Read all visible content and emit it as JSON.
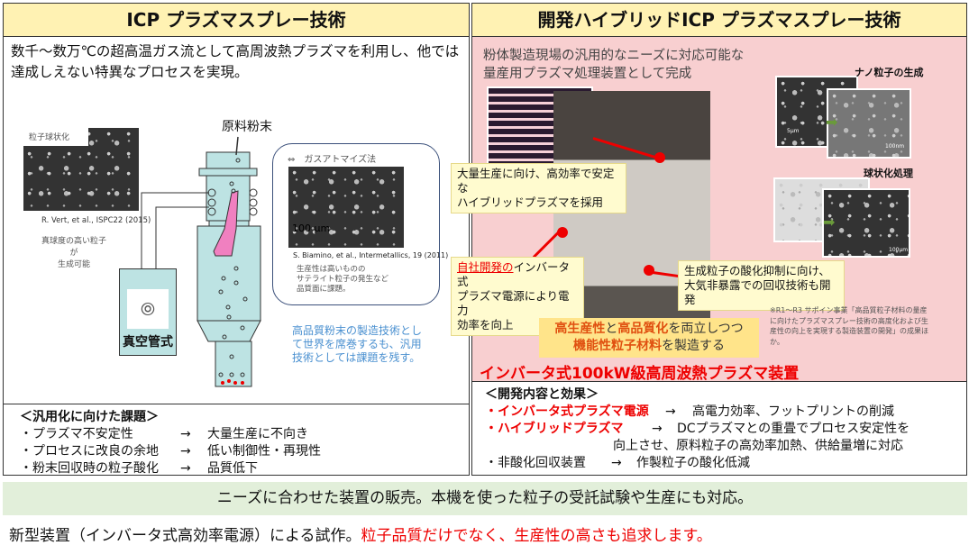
{
  "left": {
    "title": "ICP プラズマスプレー技術",
    "intro": "数千〜数万℃の超高温ガス流として高周波熱プラズマを利用し、他では達成しえない特異なプロセスを実現。",
    "sphere_label": "粒子球状化",
    "sphere_citation": "R. Vert, et al., ISPC22 (2015)",
    "sphere_note_1": "真球度の高い粒子が",
    "sphere_note_2": "生成可能",
    "feed_label": "原料粉末",
    "power_label": "真空管式",
    "power_icon": "ac-source-icon",
    "gas_title": "⇔　ガスアトマイズ法",
    "gas_scale": "100 μm",
    "gas_citation": "S. Biamino, et al., Intermetallics, 19 (2011)",
    "gas_note": [
      "生産性は高いものの",
      "サテライト粒子の発生など",
      "品質面に課題。"
    ],
    "blue_note": [
      "高品質粉末の製造技術とし",
      "て世界を席巻するも、汎用",
      "技術としては課題を残す。"
    ],
    "issues_title": "＜汎用化に向けた課題＞",
    "issues": [
      {
        "problem": "・プラズマ不安定性",
        "arrow": "→",
        "result": "大量生産に不向き"
      },
      {
        "problem": "・プロセスに改良の余地",
        "arrow": "→",
        "result": "低い制御性・再現性"
      },
      {
        "problem": "・粉末回収時の粒子酸化",
        "arrow": "→",
        "result": "品質低下"
      }
    ]
  },
  "right": {
    "title": "開発ハイブリッドICP プラズマスプレー技術",
    "intro": [
      "粉体製造現場の汎用的なニーズに対応可能な",
      "量産用プラズマ処理装置として完成"
    ],
    "nano_label": "ナノ粒子の生成",
    "nano_scale_1": "5μm",
    "nano_scale_2": "100nm",
    "sphere_label": "球状化処理",
    "sphere_scale": "100μm",
    "callout_1": [
      "大量生産に向け、高効率で安定な",
      "ハイブリッドプラズマを採用"
    ],
    "callout_2_red": "自社開発の",
    "callout_2": [
      "インバータ式",
      "プラズマ電源により電力",
      "効率を向上"
    ],
    "callout_3": [
      "生成粒子の酸化抑制に向け、",
      "大気非暴露での回収技術も開発"
    ],
    "highlight": {
      "a": "高生産性",
      "b": "と",
      "c": "高品質化",
      "d": "を両立しつつ",
      "e": "機能性粒子材料",
      "f": "を製造する"
    },
    "footnote": "※R1〜R3 サポイン事業「高品質粒子材料の量産に向けたプラズマスプレー技術の高度化および生産性の向上を実現する製造装置の開発」の成果ほか。",
    "device_name": "インバータ式100kW級高周波熱プラズマ装置",
    "results_title": "＜開発内容と効果＞",
    "results": [
      {
        "item": "・インバータ式プラズマ電源",
        "arrow": "→",
        "effect": "高電力効率、フットプリントの削減"
      },
      {
        "item": "・ハイブリッドプラズマ",
        "arrow": "→",
        "effect": "DCプラズマとの重畳でプロセス安定性を",
        "effect2": "向上させ、原料粒子の高効率加熱、供給量増に対応"
      },
      {
        "item": "・非酸化回収装置",
        "arrow": "→",
        "effect": "作製粒子の酸化低減"
      }
    ]
  },
  "banner": "ニーズに合わせた装置の販売。本機を使った粒子の受託試験や生産にも対応。",
  "footer": {
    "black": "新型装置（インバータ式高効率電源）による試作。",
    "red": "粒子品質だけでなく、生産性の高さも追求します。"
  },
  "colors": {
    "title_bg": "#fff2b3",
    "pink_bg": "#f8cfd0",
    "banner_bg": "#e2efda",
    "accent_red": "#e00000",
    "blue_text": "#4a90d0"
  }
}
